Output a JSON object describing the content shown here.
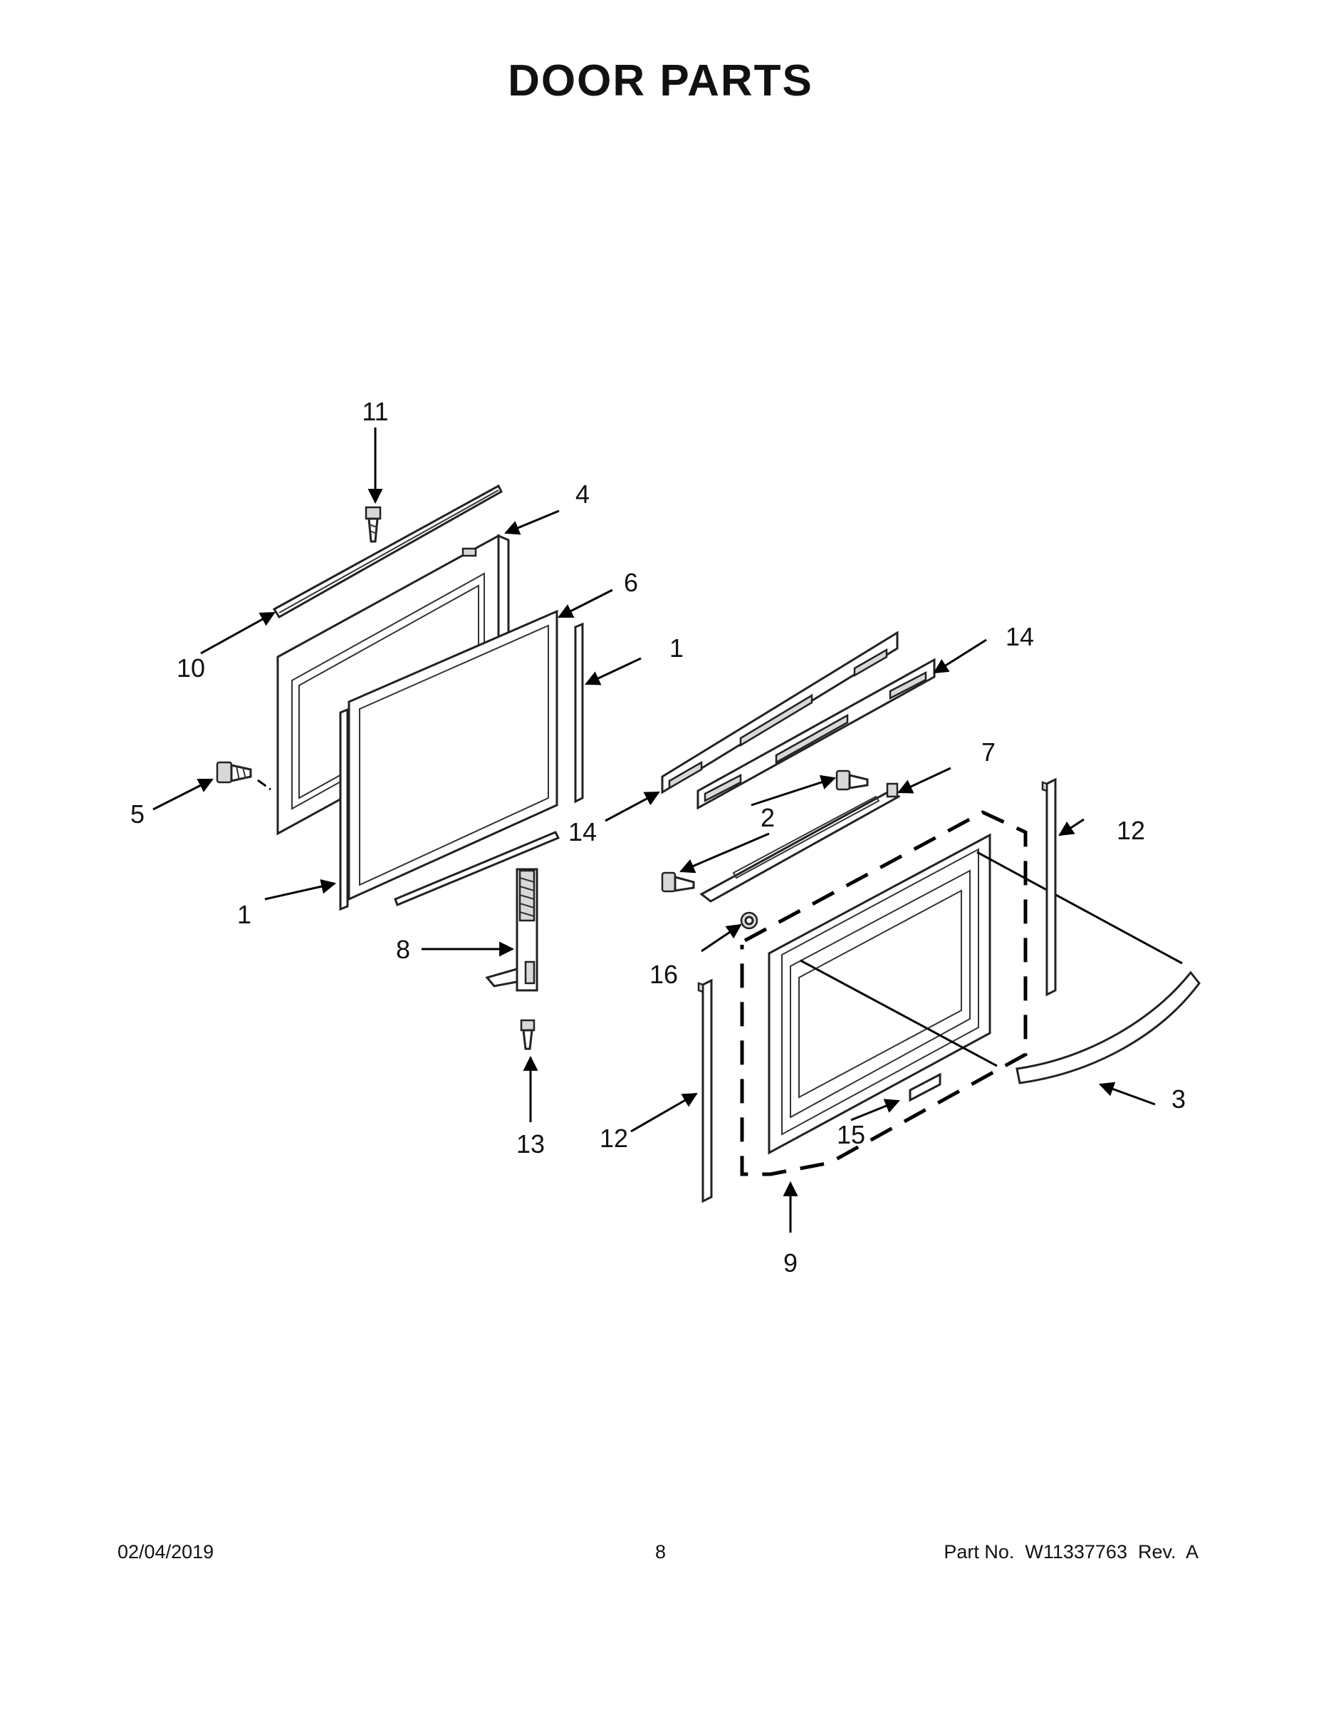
{
  "page": {
    "title": "DOOR PARTS",
    "footer": {
      "date": "02/04/2019",
      "page_number": "8",
      "part_info": "Part No.  W11337763  Rev.  A"
    }
  },
  "callouts": {
    "c11": "11",
    "c4": "4",
    "c6": "6",
    "c10": "10",
    "c1_top": "1",
    "c14_top": "14",
    "c5": "5",
    "c7": "7",
    "c14_left": "14",
    "c2": "2",
    "c12_right": "12",
    "c1_bottom": "1",
    "c8": "8",
    "c16": "16",
    "c3": "3",
    "c15": "15",
    "c12_left": "12",
    "c13": "13",
    "c9": "9"
  }
}
